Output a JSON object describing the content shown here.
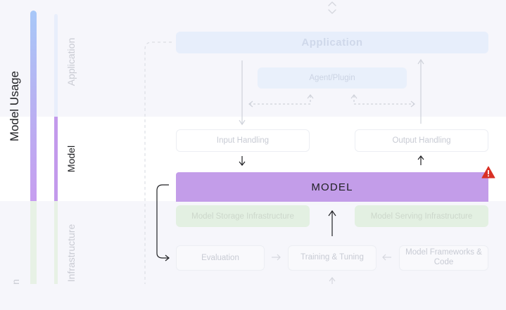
{
  "sidebar": {
    "model_usage_label": "Model Usage",
    "application_label": "Application",
    "model_label": "Model",
    "infrastructure_label": "Infrastructure"
  },
  "diagram": {
    "application": "Application",
    "agent_plugin": "Agent/Plugin",
    "input_handling": "Input Handling",
    "output_handling": "Output Handling",
    "model": "MODEL",
    "model_storage": "Model Storage Infrastructure",
    "model_serving": "Model Serving Infrastructure",
    "evaluation": "Evaluation",
    "training": "Training & Tuning",
    "frameworks": "Model Frameworks & Code"
  },
  "colors": {
    "model_accent": "#c39de9",
    "warning": "#d93025"
  },
  "icons": {
    "warning": "warning-triangle-icon",
    "scroll": "scroll-indicator-icon"
  }
}
